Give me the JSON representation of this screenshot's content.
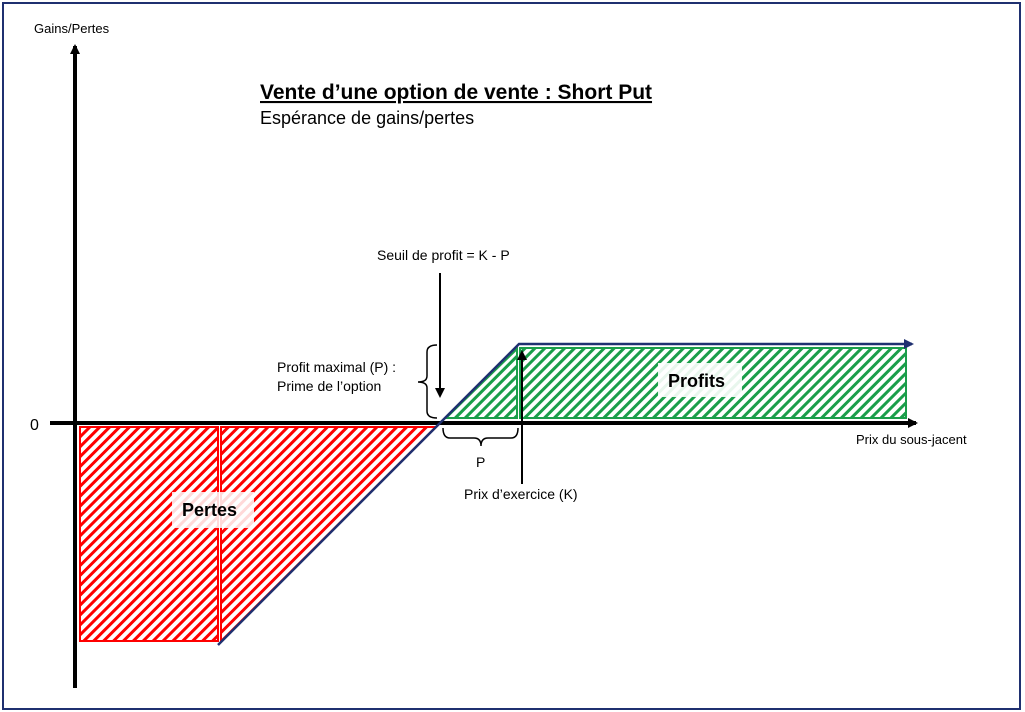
{
  "axes": {
    "y_label": "Gains/Pertes",
    "x_label": "Prix du sous-jacent",
    "origin_label": "0"
  },
  "title": {
    "main": "Vente d’une option de vente : Short Put",
    "subtitle": "Espérance de gains/pertes"
  },
  "annotations": {
    "breakeven": "Seuil de profit = K - P",
    "max_profit_line1": "Profit maximal (P) :",
    "max_profit_line2": "Prime de l’option",
    "premium_width": "P",
    "strike": "Prix d’exercice (K)"
  },
  "regions": {
    "losses": "Pertes",
    "profits": "Profits"
  },
  "colors": {
    "loss": "#ff0000",
    "profit": "#1a9e4a",
    "payoff_line": "#1f3070",
    "border": "#1f3070"
  }
}
